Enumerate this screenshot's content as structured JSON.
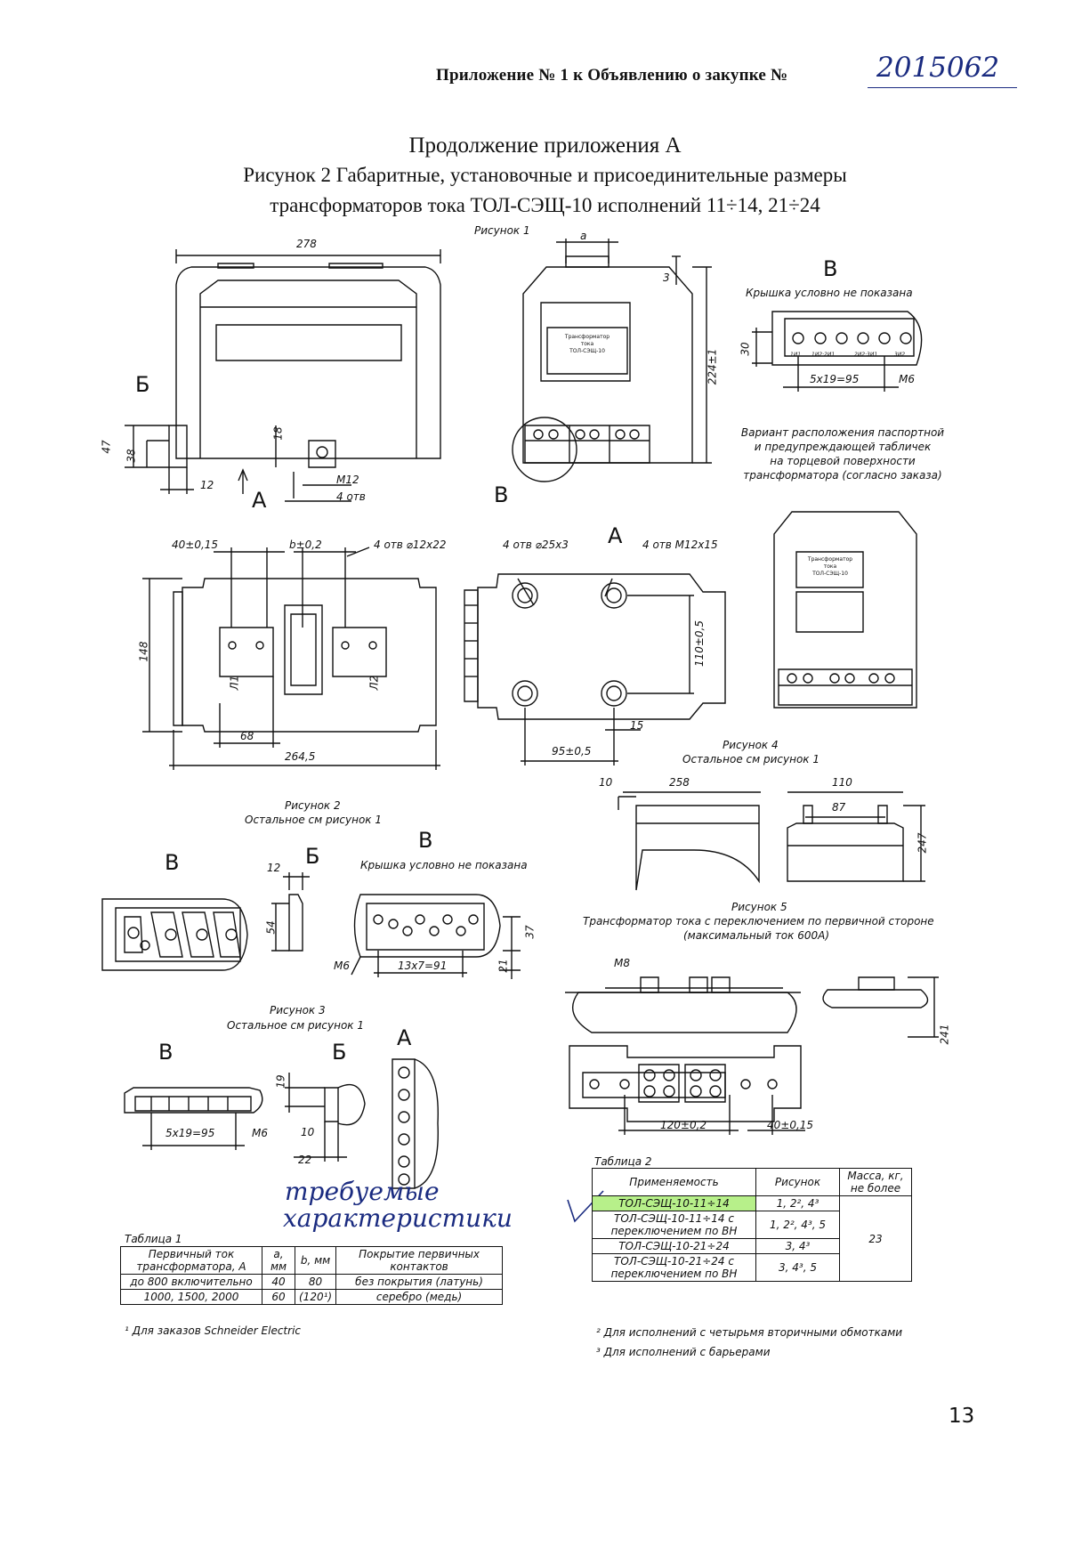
{
  "header": {
    "text": "Приложение № 1 к Объявлению о закупке №",
    "number": "2015062"
  },
  "titles": {
    "line1": "Продолжение приложения А",
    "line2": "Рисунок 2 Габаритные, установочные и присоединительные размеры",
    "line3": "трансформаторов тока ТОЛ-СЭЩ-10 исполнений 11÷14, 21÷24"
  },
  "figure1": {
    "caption": "Рисунок 1",
    "dims": {
      "width_278": "278",
      "a": "a",
      "d3": "3",
      "h224": "224±1",
      "d30": "30",
      "pitch": "5x19=95",
      "m6": "M6",
      "d47": "47",
      "d38": "38",
      "d18": "18",
      "d12": "12",
      "m12": "M12",
      "holes4": "4 отв",
      "d40": "40±0,15",
      "b": "b±0,2",
      "holes12": "4 отв ⌀12x22",
      "holes25": "4 отв ⌀25x3",
      "holesM12": "4 отв M12x15",
      "d148": "148",
      "d68": "68",
      "d2645": "264,5",
      "d110": "110±0,5",
      "d15": "15",
      "d95": "95±0,5"
    },
    "views": {
      "B": "Б",
      "A": "A",
      "V": "В"
    },
    "view_v_note": "Крышка условно не показана",
    "terminal_labels": [
      "1И1",
      "1И2·2И1",
      "2И2·3И1",
      "3И2"
    ],
    "variant_note": [
      "Вариант расположения паспортной",
      "и предупреждающей табличек",
      "на торцевой поверхности",
      "трансформатора (согласно заказа)"
    ],
    "plate_text": [
      "Трансформатор",
      "тока",
      "ТОЛ-СЭЩ-10"
    ],
    "label_l1": "Л1",
    "label_l2": "Л2"
  },
  "figure2": {
    "caption": "Рисунок 2",
    "note": "Остальное см рисунок 1",
    "view_v_note": "Крышка условно не показана",
    "dims": {
      "d12": "12",
      "d54": "54",
      "m6": "M6",
      "pitch": "13x7=91",
      "d37": "37",
      "d21": "21"
    }
  },
  "figure3": {
    "caption": "Рисунок 3",
    "note": "Остальное см рисунок 1",
    "dims": {
      "pitch": "5x19=95",
      "m6": "M6",
      "d19": "19",
      "d10": "10",
      "d22": "22"
    }
  },
  "figure4": {
    "caption": "Рисунок 4",
    "note": "Остальное см рисунок 1",
    "dims": {
      "d10": "10",
      "d258": "258",
      "d110": "110",
      "d87": "87",
      "d247": "247"
    }
  },
  "figure5": {
    "caption": "Рисунок 5",
    "note_line1": "Трансформатор тока с переключением по первичной стороне",
    "note_line2": "(максимальный ток 600А)",
    "dims": {
      "m8": "M8",
      "d241": "241",
      "d120": "120±0,2",
      "d40": "40±0,15"
    }
  },
  "handwriting": {
    "line1": "требуемые",
    "line2": "характеристики"
  },
  "table1": {
    "caption": "Таблица 1",
    "headers": [
      "Первичный ток трансформатора, А",
      "a, мм",
      "b, мм",
      "Покрытие первичных контактов"
    ],
    "rows": [
      [
        "до 800 включительно",
        "40",
        "80",
        "без покрытия (латунь)"
      ],
      [
        "1000, 1500, 2000",
        "60",
        "(120¹)",
        "серебро (медь)"
      ]
    ],
    "footnote": "¹ Для заказов Schneider Electric"
  },
  "table2": {
    "caption": "Таблица 2",
    "headers": [
      "Применяемость",
      "Рисунок",
      "Масса, кг, не более"
    ],
    "rows": [
      [
        "ТОЛ-СЭЩ-10-11÷14",
        "1, 2², 4³",
        "23"
      ],
      [
        "ТОЛ-СЭЩ-10-11÷14 с переключением по ВН",
        "1, 2², 4³, 5",
        ""
      ],
      [
        "ТОЛ-СЭЩ-10-21÷24",
        "3, 4³",
        ""
      ],
      [
        "ТОЛ-СЭЩ-10-21÷24 с переключением по ВН",
        "3, 4³, 5",
        ""
      ]
    ],
    "footnotes": [
      "² Для исполнений с четырьмя вторичными обмотками",
      "³ Для исполнений с барьерами"
    ],
    "highlight_color": "#b7f08a"
  },
  "page_number": "13"
}
